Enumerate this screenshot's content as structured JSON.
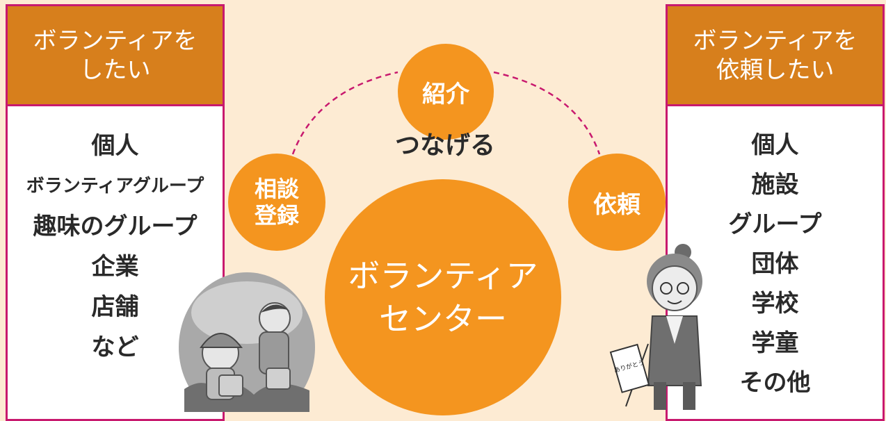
{
  "left_panel": {
    "title": "ボランティアを\nしたい",
    "items": [
      "個人",
      "ボランティアグループ",
      "趣味のグループ",
      "企業",
      "店舗",
      "など"
    ]
  },
  "right_panel": {
    "title": "ボランティアを\n依頼したい",
    "items": [
      "個人",
      "施設",
      "グループ",
      "団体",
      "学校",
      "学童",
      "その他"
    ]
  },
  "circles": {
    "intro": "紹介",
    "consult": "相談\n登録",
    "request": "依頼",
    "center": "ボランティア\nセンター"
  },
  "connect_label": "つなげる",
  "flag_text": "ありがとう",
  "colors": {
    "background": "#fdebd3",
    "panel_header": "#d77f1c",
    "panel_border": "#c8196e",
    "circle": "#f4951f",
    "dashed_line": "#c8196e"
  }
}
